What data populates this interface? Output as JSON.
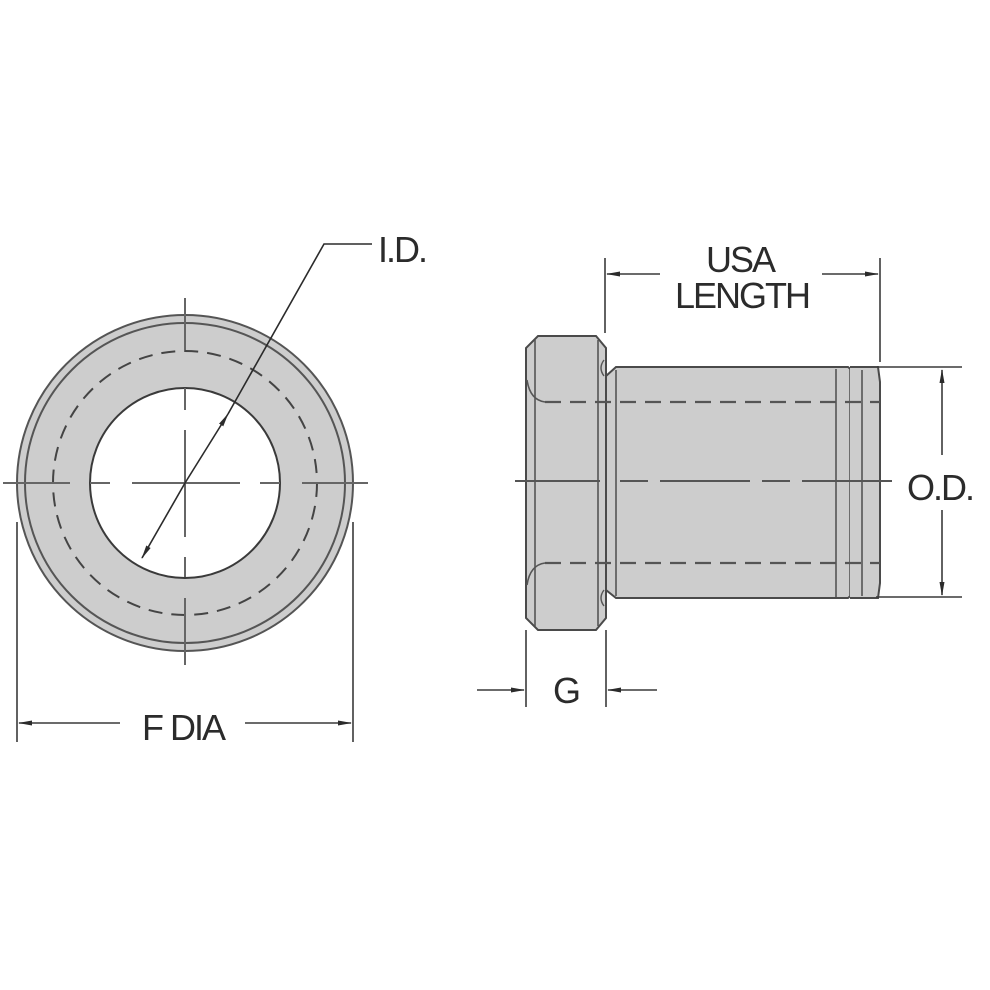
{
  "figure": {
    "title": "Slip-fit flanged drill bushing technical drawing",
    "colors": {
      "background": "#ffffff",
      "part_fill": "#cdcdcd",
      "outline": "#4a4a4a",
      "dim_line": "#3a3a3a",
      "text": "#2b2b2b"
    }
  },
  "end_view": {
    "labels": {
      "inner_diameter": "I.D.",
      "flange_diameter": "F DIA"
    }
  },
  "side_view": {
    "labels": {
      "length_line1": "USA",
      "length_line2": "LENGTH",
      "outer_diameter": "O.D.",
      "flange_thickness": "G"
    }
  }
}
